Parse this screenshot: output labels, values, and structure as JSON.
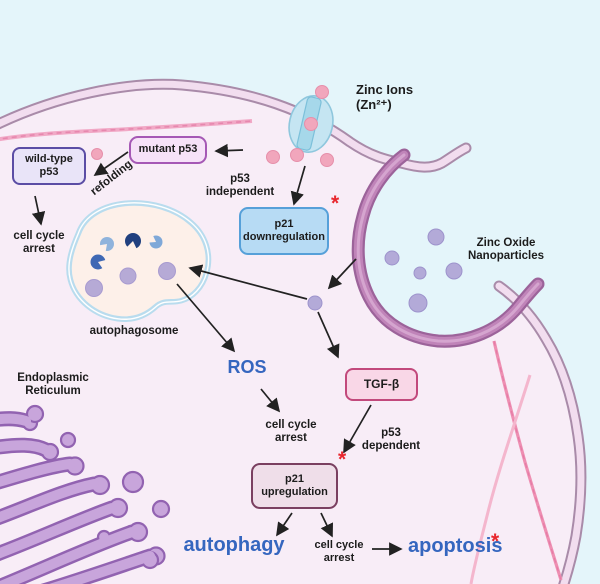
{
  "diagram": {
    "zinc_ions": {
      "line1": "Zinc Ions",
      "line2": "(Zn²⁺)"
    },
    "mutant_p53": {
      "label": "mutant p53"
    },
    "wild_type_p53": {
      "line1": "wild-type",
      "line2": "p53"
    },
    "refolding": "refolding",
    "p53_independent": {
      "line1": "p53",
      "line2": "independent"
    },
    "p21_downregulation": {
      "line1": "p21",
      "line2": "downregulation",
      "asterisk": "*"
    },
    "cell_cycle_arrest_left": {
      "line1": "cell cycle",
      "line2": "arrest"
    },
    "autophagosome": "autophagosome",
    "zinc_oxide_nanoparticles": {
      "line1": "Zinc Oxide",
      "line2": "Nanoparticles"
    },
    "endoplasmic_reticulum": {
      "line1": "Endoplasmic",
      "line2": "Reticulum"
    },
    "ros": "ROS",
    "tgf_beta": "TGF-β",
    "cell_cycle_arrest_mid": {
      "line1": "cell cycle",
      "line2": "arrest"
    },
    "p53_dependent": {
      "line1": "p53",
      "line2": "dependent"
    },
    "p21_upregulation": {
      "line1": "p21",
      "line2": "upregulation",
      "asterisk": "*"
    },
    "autophagy": "autophagy",
    "cell_cycle_arrest_bottom": {
      "line1": "cell cycle",
      "line2": "arrest"
    },
    "apoptosis": {
      "label": "apoptosis",
      "asterisk": "*"
    }
  },
  "icons": {
    "ion_channel": "ion-channel-icon",
    "zinc_ion": "zinc-ion-dot",
    "nanoparticle": "nanoparticle-dot",
    "autophagosome": "autophagosome-icon",
    "endoplasmic_reticulum": "er-icon",
    "endocytic_cup": "endocytic-cup-icon",
    "cell_membrane": "cell-membrane",
    "cytoskeleton": "cytoskeleton-filament"
  },
  "colors": {
    "background": "#e4f5fa",
    "cell_fill": "#f8edf7",
    "membrane_edge": "#a98ba9",
    "membrane_band": "#f2ddef",
    "endocytic_cup": "#c084b9",
    "er_fill": "#c8a5db",
    "er_outline": "#9263b1",
    "zinc_ion": "#f1a6bc",
    "nanoparticle": "#b3aad8",
    "channel_body": "#c5e5f2",
    "autophagosome_membrane": "#b9dcee",
    "autophagosome_fill": "#fdf0e9",
    "box_p21_down_fill": "#b7dbf4",
    "box_p21_down_border": "#56a0d9",
    "box_wild_type_fill": "#e9e4f8",
    "box_wild_type_border": "#5b4da5",
    "box_mutant_fill": "#f6e2f8",
    "box_mutant_border": "#a558b5",
    "box_tgfb_fill": "#f9d7e7",
    "box_tgfb_border": "#c2497c",
    "box_p21_up_fill": "#efdee9",
    "box_p21_up_border": "#7a3f60",
    "highlight_text_blue": "#3566bf",
    "asterisk_red": "#e8262d",
    "filament_pink": "#ee8fb2",
    "text_black": "#1c1c1c"
  }
}
